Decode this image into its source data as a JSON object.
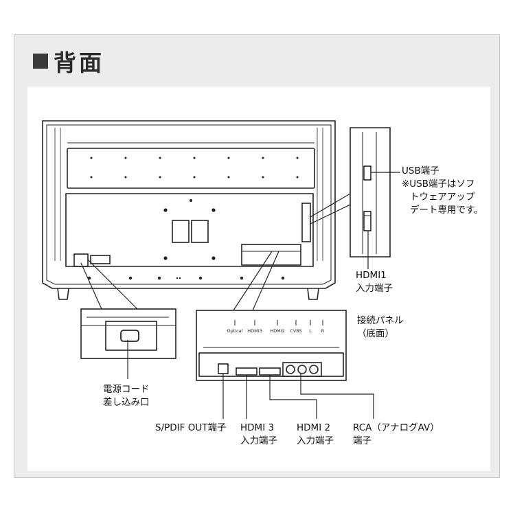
{
  "heading": {
    "marker": "■",
    "title": "背面"
  },
  "labels": {
    "usb": [
      "USB端子",
      "※USB端子はソフ",
      "トウェアアップ",
      "デート専用です。"
    ],
    "hdmi1": [
      "HDMI1",
      "入力端子"
    ],
    "panel": [
      "接続パネル",
      "（底面）"
    ],
    "power": [
      "電源コード",
      "差し込み口"
    ],
    "spdif": [
      "S/PDIF OUT端子"
    ],
    "hdmi3": [
      "HDMI 3",
      "入力端子"
    ],
    "hdmi2": [
      "HDMI 2",
      "入力端子"
    ],
    "rca": [
      "RCA（アナログAV）",
      "端子"
    ]
  },
  "port_labels": [
    "Optical",
    "HDMI3",
    "HDMI2",
    "CVBS",
    "L",
    "R"
  ],
  "colors": {
    "line": "#222222",
    "heading_square": "#3a3a3a",
    "frame_bg": "#ececec"
  }
}
